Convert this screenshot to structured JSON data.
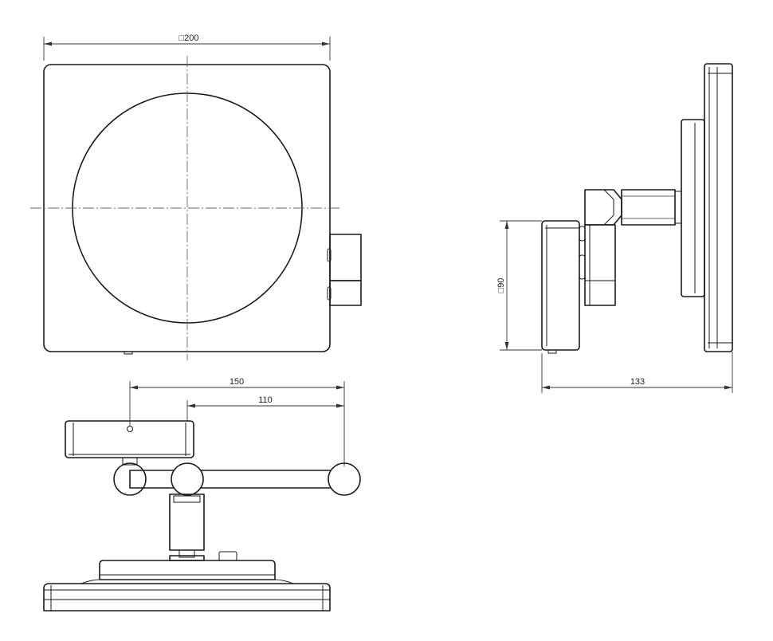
{
  "drawing": {
    "dimensions": {
      "top_width": "□200",
      "side_height": "□90",
      "side_depth": "133",
      "reach_outer": "150",
      "reach_inner": "110"
    }
  }
}
